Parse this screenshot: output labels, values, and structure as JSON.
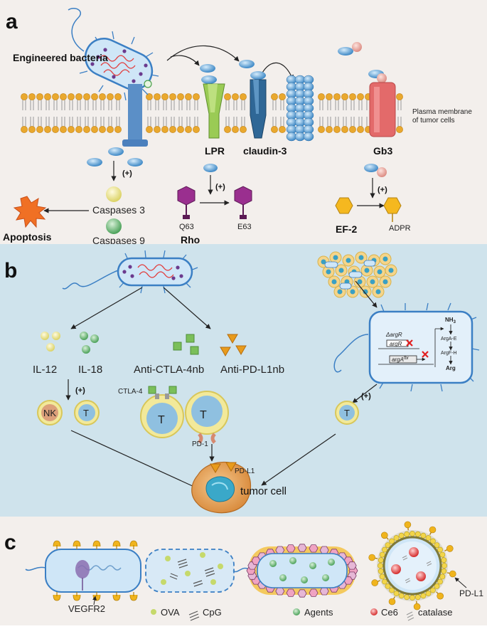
{
  "panel_a": {
    "letter": "a",
    "engineered_bacteria": "Engineered bacteria",
    "plasma_membrane": "Plasma membrane",
    "of_tumor_cells": "of tumor cells",
    "lpr": "LPR",
    "claudin3": "claudin-3",
    "gb3": "Gb3",
    "plus": "(+)",
    "caspases3": "Caspases 3",
    "caspases9": "Caspases 9",
    "apoptosis": "Apoptosis",
    "q63": "Q63",
    "e63": "E63",
    "rho": "Rho",
    "ef2": "EF-2",
    "adpr": "ADPR"
  },
  "panel_b": {
    "letter": "b",
    "il12": "IL-12",
    "il18": "IL-18",
    "anti_ctla4": "Anti-CTLA-4nb",
    "anti_pdl1": "Anti-PD-L1nb",
    "ctla4": "CTLA-4",
    "pd1": "PD-1",
    "pdl1": "PD-L1",
    "tumor_cell": "tumor cell",
    "nk": "NK",
    "t": "T",
    "plus": "(+)",
    "delta_argR": "ΔargR",
    "argR": "argR",
    "argA": "argA",
    "argA_sup": "fbr",
    "nh3": "NH",
    "nh3_sub": "3",
    "argAE": "ArgA-E",
    "argFH": "ArgF-H",
    "arg": "Arg"
  },
  "panel_c": {
    "letter": "c",
    "vegfr2": "VEGFR2",
    "ova": "OVA",
    "cpg": "CpG",
    "agents": "Agents",
    "ce6": "Ce6",
    "catalase": "catalase",
    "pdl1": "PD-L1"
  }
}
